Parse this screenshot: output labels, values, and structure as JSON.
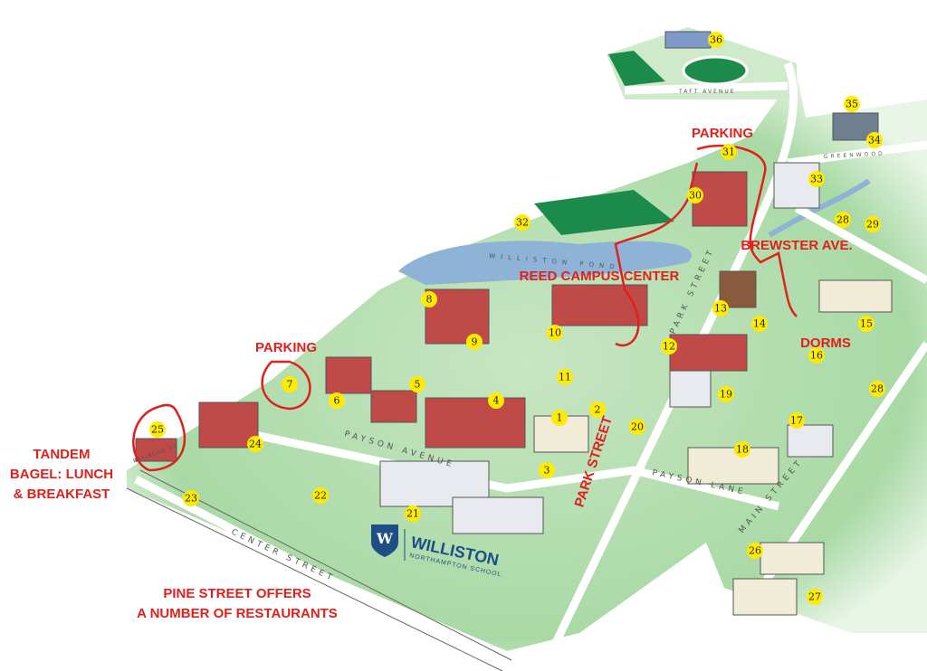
{
  "map": {
    "markers": [
      "1",
      "2",
      "3",
      "4",
      "5",
      "6",
      "7",
      "8",
      "9",
      "10",
      "11",
      "12",
      "13",
      "14",
      "15",
      "16",
      "17",
      "18",
      "19",
      "20",
      "21",
      "22",
      "23",
      "24",
      "25",
      "26",
      "27",
      "28",
      "28",
      "29",
      "30",
      "31",
      "32",
      "33",
      "34",
      "35",
      "36"
    ],
    "marker_color": "#ffeb00",
    "annotation_color": "#e0201c",
    "annotations": {
      "parking_north": "PARKING",
      "parking_west": "PARKING",
      "brewster": "BREWSTER AVE.",
      "reed": "REED CAMPUS CENTER",
      "dorms": "DORMS",
      "park_street": "PARK STREET",
      "tandem_1": "TANDEM",
      "tandem_2": "BAGEL: LUNCH",
      "tandem_3": "& BREAKFAST",
      "pine_1": "PINE STREET OFFERS",
      "pine_2": "A NUMBER OF RESTAURANTS"
    },
    "streets": {
      "payson_avenue": "PAYSON AVENUE",
      "center_street": "CENTER STREET",
      "payson_lane": "PAYSON LANE",
      "main_street": "MAIN STREET",
      "park_street": "PARK STREET",
      "railroad": "RAILROAD ST.",
      "taft": "TAFT AVENUE",
      "greenwood": "GREENWOOD",
      "pond": "WILLISTON POND"
    },
    "logo": {
      "name": "WILLISTON",
      "sub": "NORTHAMPTON SCHOOL",
      "letter": "W",
      "color": "#1d4f86"
    }
  }
}
